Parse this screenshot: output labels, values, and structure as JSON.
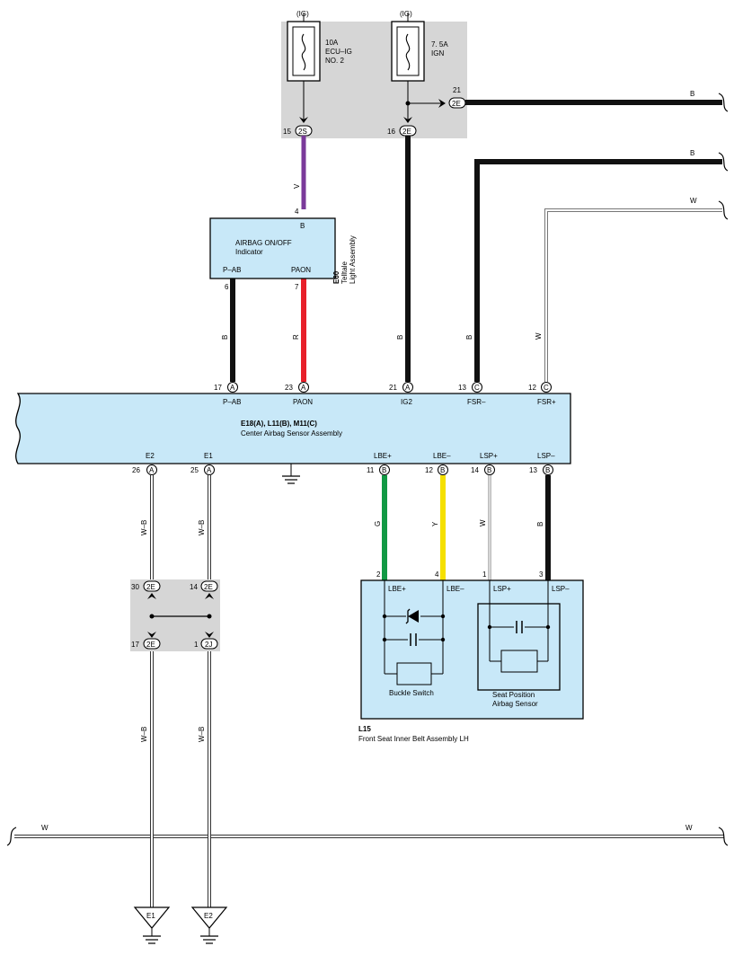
{
  "colors": {
    "B": "#111111",
    "V": "#7a3a9a",
    "R": "#e8202a",
    "G": "#119944",
    "Y": "#f5e000",
    "W": "#ffffff",
    "W_B": "#ffffff",
    "module_fill": "#c8e8f8",
    "relay_box_fill": "#d6d6d6"
  },
  "fuse_box": {
    "fuse1": {
      "ig": "(IG)",
      "rating": "10A",
      "name1": "ECU–IG",
      "name2": "NO. 2"
    },
    "fuse2": {
      "ig": "(IG)",
      "rating": "7. 5A",
      "name": "IGN"
    },
    "pins": [
      {
        "num": "15",
        "conn": "2S"
      },
      {
        "num": "16",
        "conn": "2E"
      },
      {
        "num": "21",
        "conn": "2E"
      }
    ]
  },
  "indicator": {
    "title1": "AIRBAG ON/OFF",
    "title2": "Indicator",
    "pin_top": "B",
    "pin_top_num": "4",
    "pin_left": "P–AB",
    "pin_left_num": "6",
    "pin_right": "PAON",
    "pin_right_num": "7",
    "code": "E60",
    "assy1": "Telltale",
    "assy2": "Light Assembly"
  },
  "wires": {
    "v": "V",
    "b1": "B",
    "r": "R",
    "b2": "B",
    "b3": "B",
    "w1": "W",
    "b_top1": "B",
    "b_top2": "B",
    "w_top": "W",
    "g": "G",
    "y": "Y",
    "w2": "W",
    "b4": "B",
    "wb1": "W–B",
    "wb2": "W–B",
    "wb3": "W–B",
    "wb4": "W–B",
    "w_bot_l": "W",
    "w_bot_r": "W"
  },
  "sensor": {
    "title": "E18(A), L11(B), M11(C)",
    "subtitle": "Center Airbag Sensor Assembly",
    "top_pins": [
      {
        "num": "17",
        "conn": "A",
        "name": "P–AB"
      },
      {
        "num": "23",
        "conn": "A",
        "name": "PAON"
      },
      {
        "num": "21",
        "conn": "A",
        "name": "IG2"
      },
      {
        "num": "13",
        "conn": "C",
        "name": "FSR–"
      },
      {
        "num": "12",
        "conn": "C",
        "name": "FSR+"
      }
    ],
    "bottom_pins": [
      {
        "num": "26",
        "conn": "A",
        "name": "E2"
      },
      {
        "num": "25",
        "conn": "A",
        "name": "E1"
      },
      {
        "num": "11",
        "conn": "B",
        "name": "LBE+"
      },
      {
        "num": "12",
        "conn": "B",
        "name": "LBE–"
      },
      {
        "num": "14",
        "conn": "B",
        "name": "LSP+"
      },
      {
        "num": "13",
        "conn": "B",
        "name": "LSP–"
      }
    ]
  },
  "junction": {
    "pins": [
      {
        "num": "30",
        "conn": "2E"
      },
      {
        "num": "14",
        "conn": "2E"
      },
      {
        "num": "17",
        "conn": "2E"
      },
      {
        "num": "1",
        "conn": "2J"
      }
    ]
  },
  "belt": {
    "pin_nums": [
      "2",
      "4",
      "1",
      "3"
    ],
    "pin_names": [
      "LBE+",
      "LBE–",
      "LSP+",
      "LSP–"
    ],
    "buckle_switch": "Buckle Switch",
    "seat_sensor1": "Seat Position",
    "seat_sensor2": "Airbag Sensor",
    "code": "L15",
    "name": "Front Seat Inner Belt Assembly LH"
  },
  "grounds": {
    "e1": "E1",
    "e2": "E2"
  }
}
